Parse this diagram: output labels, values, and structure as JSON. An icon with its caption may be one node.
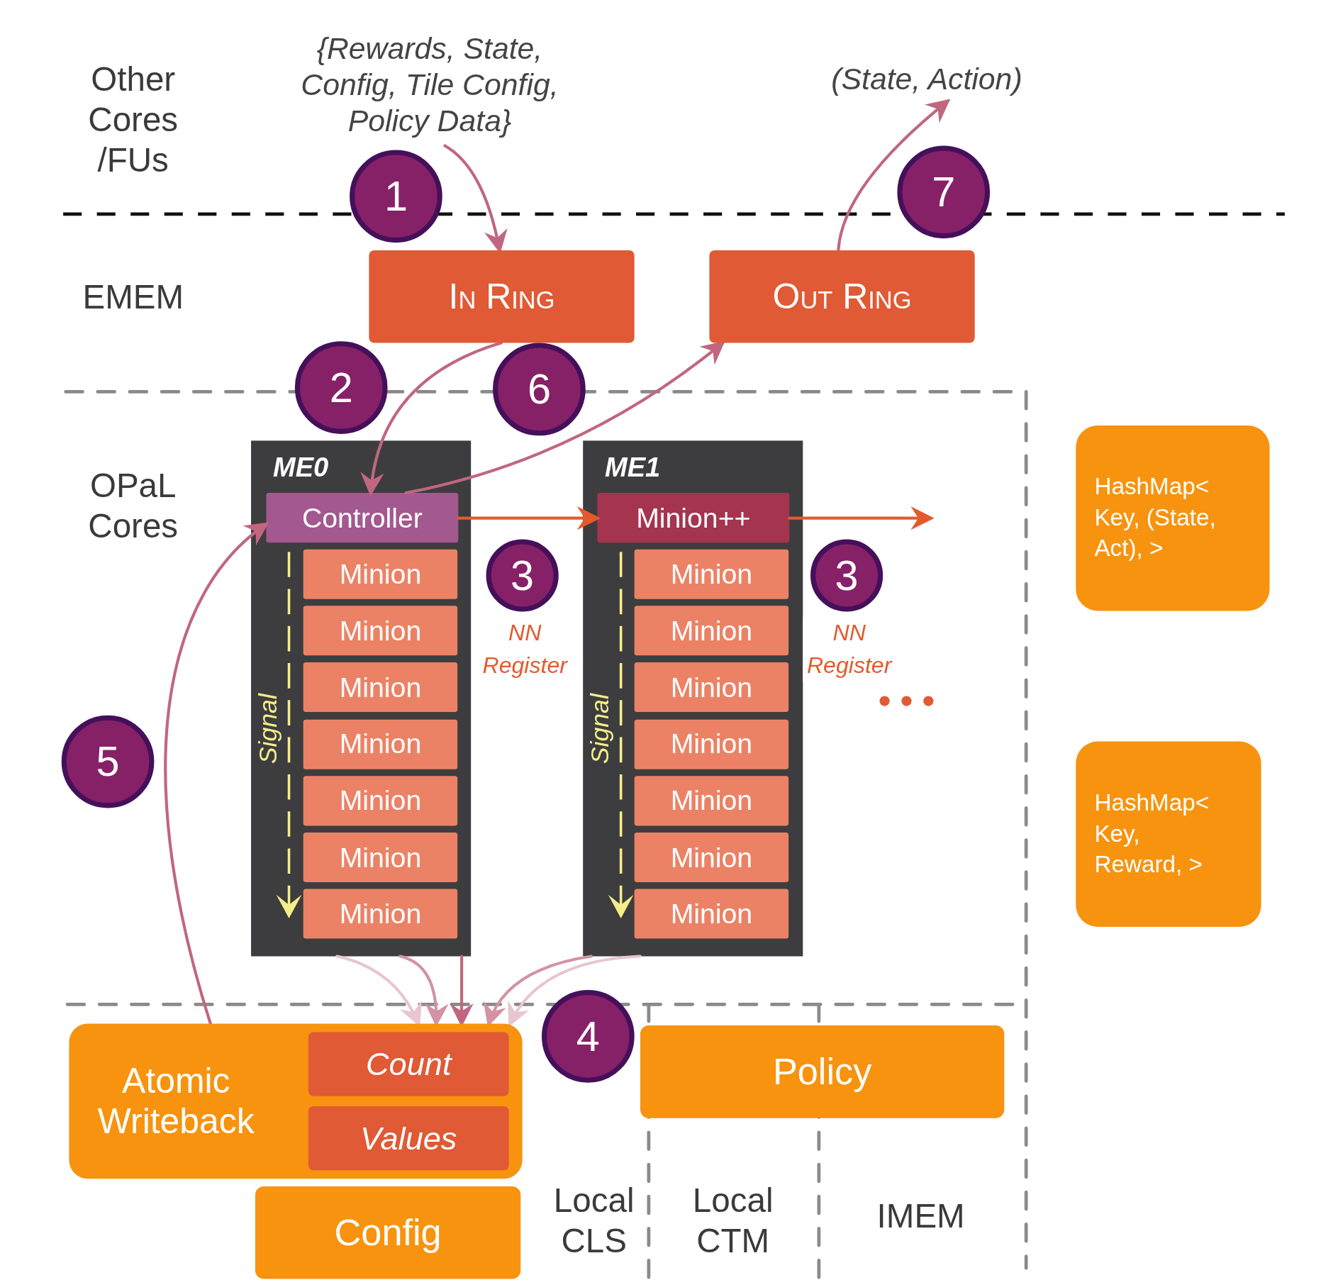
{
  "diagram": {
    "nodes": [
      {
        "text": [
          "{Rewards, State, Config, Tile Config, Policy Data}"
        ]
      },
      {
        "text": [
          "(State, Action)"
        ]
      },
      {
        "text": [
          "In Ring"
        ]
      },
      {
        "text": [
          "Out Ring"
        ]
      },
      {
        "text": [
          "ME0"
        ]
      },
      {
        "text": [
          "Controller"
        ],
        "in": 4
      },
      {
        "text": [
          "Minion"
        ],
        "in": 4
      },
      {
        "text": [
          "Minion"
        ],
        "in": 4
      },
      {
        "text": [
          "Minion"
        ],
        "in": 4
      },
      {
        "text": [
          "Minion"
        ],
        "in": 4
      },
      {
        "text": [
          "Minion"
        ],
        "in": 4
      },
      {
        "text": [
          "Minion"
        ],
        "in": 4
      },
      {
        "text": [
          "Minion"
        ],
        "in": 4
      },
      {
        "text": [
          "ME1"
        ]
      },
      {
        "text": [
          "Minion++"
        ],
        "in": 13
      },
      {
        "text": [
          "Minion"
        ],
        "in": 13
      },
      {
        "text": [
          "Minion"
        ],
        "in": 13
      },
      {
        "text": [
          "Minion"
        ],
        "in": 13
      },
      {
        "text": [
          "Minion"
        ],
        "in": 13
      },
      {
        "text": [
          "Minion"
        ],
        "in": 13
      },
      {
        "text": [
          "Minion"
        ],
        "in": 13
      },
      {
        "text": [
          "Minion"
        ],
        "in": 13
      },
      {
        "text": [
          "Atomic Writeback"
        ]
      },
      {
        "text": [
          "Count"
        ],
        "in": 22
      },
      {
        "text": [
          "Values"
        ],
        "in": 22
      },
      {
        "text": [
          "Config"
        ]
      },
      {
        "text": [
          "Policy"
        ]
      },
      {
        "text": [
          "HashMap< Key, (State, Act), >"
        ]
      },
      {
        "text": [
          "HashMap< Key, Reward, >"
        ]
      },
      {
        "text": [
          "1"
        ]
      },
      {
        "text": [
          "7"
        ]
      },
      {
        "text": [
          "2"
        ]
      },
      {
        "text": [
          "6"
        ]
      },
      {
        "text": [
          "3"
        ]
      },
      {
        "text": [
          "3"
        ]
      },
      {
        "text": [
          "5"
        ]
      },
      {
        "text": [
          "4"
        ]
      }
    ],
    "edges": [
      {
        "from": 0,
        "to": 2,
        "arrow": "to"
      },
      {
        "from": 3,
        "to": 1,
        "arrow": "to"
      },
      {
        "from": 2,
        "to": 5,
        "arrow": "to"
      },
      {
        "from": 5,
        "to": 3,
        "arrow": "to"
      },
      {
        "from": 5,
        "to": 14,
        "arrow": "to",
        "label": "NN Register",
        "color": "#e45a2c"
      },
      {
        "from": 14,
        "to": null,
        "arrow": "to",
        "label": "NN Register",
        "color": "#e45a2c"
      },
      {
        "from": 22,
        "to": 5,
        "arrow": "to"
      },
      {
        "from": 4,
        "to": 22,
        "arrow": "to",
        "color": "#e8c5cf"
      },
      {
        "from": 4,
        "to": 22,
        "arrow": "to",
        "color": "#d293a4"
      },
      {
        "from": 4,
        "to": 22,
        "arrow": "to"
      },
      {
        "from": 13,
        "to": 22,
        "arrow": "to",
        "color": "#d293a4"
      },
      {
        "from": 13,
        "to": 22,
        "arrow": "to",
        "color": "#e8c5cf"
      }
    ],
    "labels": [
      "Other Cores /FUs",
      "EMEM",
      "OPaL Cores",
      "Signal",
      "Signal",
      "Local CLS",
      "Local CTM",
      "IMEM"
    ]
  }
}
